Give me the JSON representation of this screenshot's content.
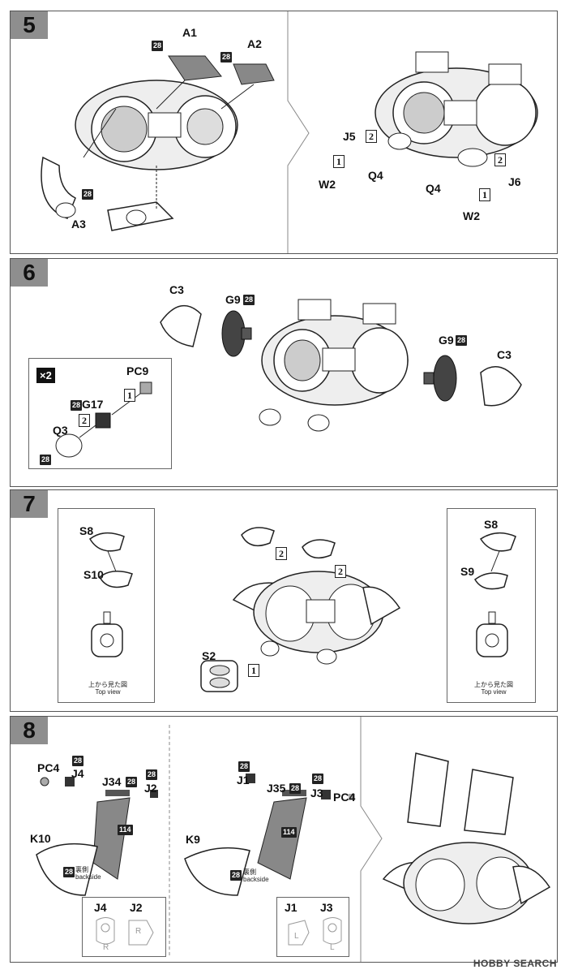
{
  "steps": [
    {
      "number": "5"
    },
    {
      "number": "6"
    },
    {
      "number": "7"
    },
    {
      "number": "8"
    }
  ],
  "step5": {
    "parts": [
      "A1",
      "A2",
      "A3",
      "J5",
      "Q4",
      "W2",
      "J6"
    ],
    "color_code": "28",
    "order": [
      "1",
      "2"
    ]
  },
  "step6": {
    "multiplier": "×2",
    "parts": [
      "C3",
      "G9",
      "PC9",
      "G17",
      "Q3"
    ],
    "color_code": "28",
    "order": [
      "1",
      "2"
    ]
  },
  "step7": {
    "parts": [
      "S8",
      "S10",
      "S9",
      "S2"
    ],
    "order": [
      "1",
      "2"
    ],
    "top_view_jp": "上から見た図",
    "top_view_en": "Top view"
  },
  "step8": {
    "left_parts": [
      "PC4",
      "J4",
      "J34",
      "J2",
      "K10"
    ],
    "right_parts": [
      "J1",
      "J35",
      "J3",
      "PC4",
      "K9"
    ],
    "color_code": "28",
    "color_code_2": "114",
    "backside_jp": "裏側",
    "backside_en": "backside",
    "left_callout": [
      "J4",
      "J2"
    ],
    "right_callout": [
      "J1",
      "J3"
    ],
    "mark_r": "R",
    "mark_l": "L"
  },
  "footer": {
    "brand": "HOBBY SEARCH"
  },
  "colors": {
    "border": "#555555",
    "step_bg": "#8e8e8e",
    "badge": "#222222"
  }
}
